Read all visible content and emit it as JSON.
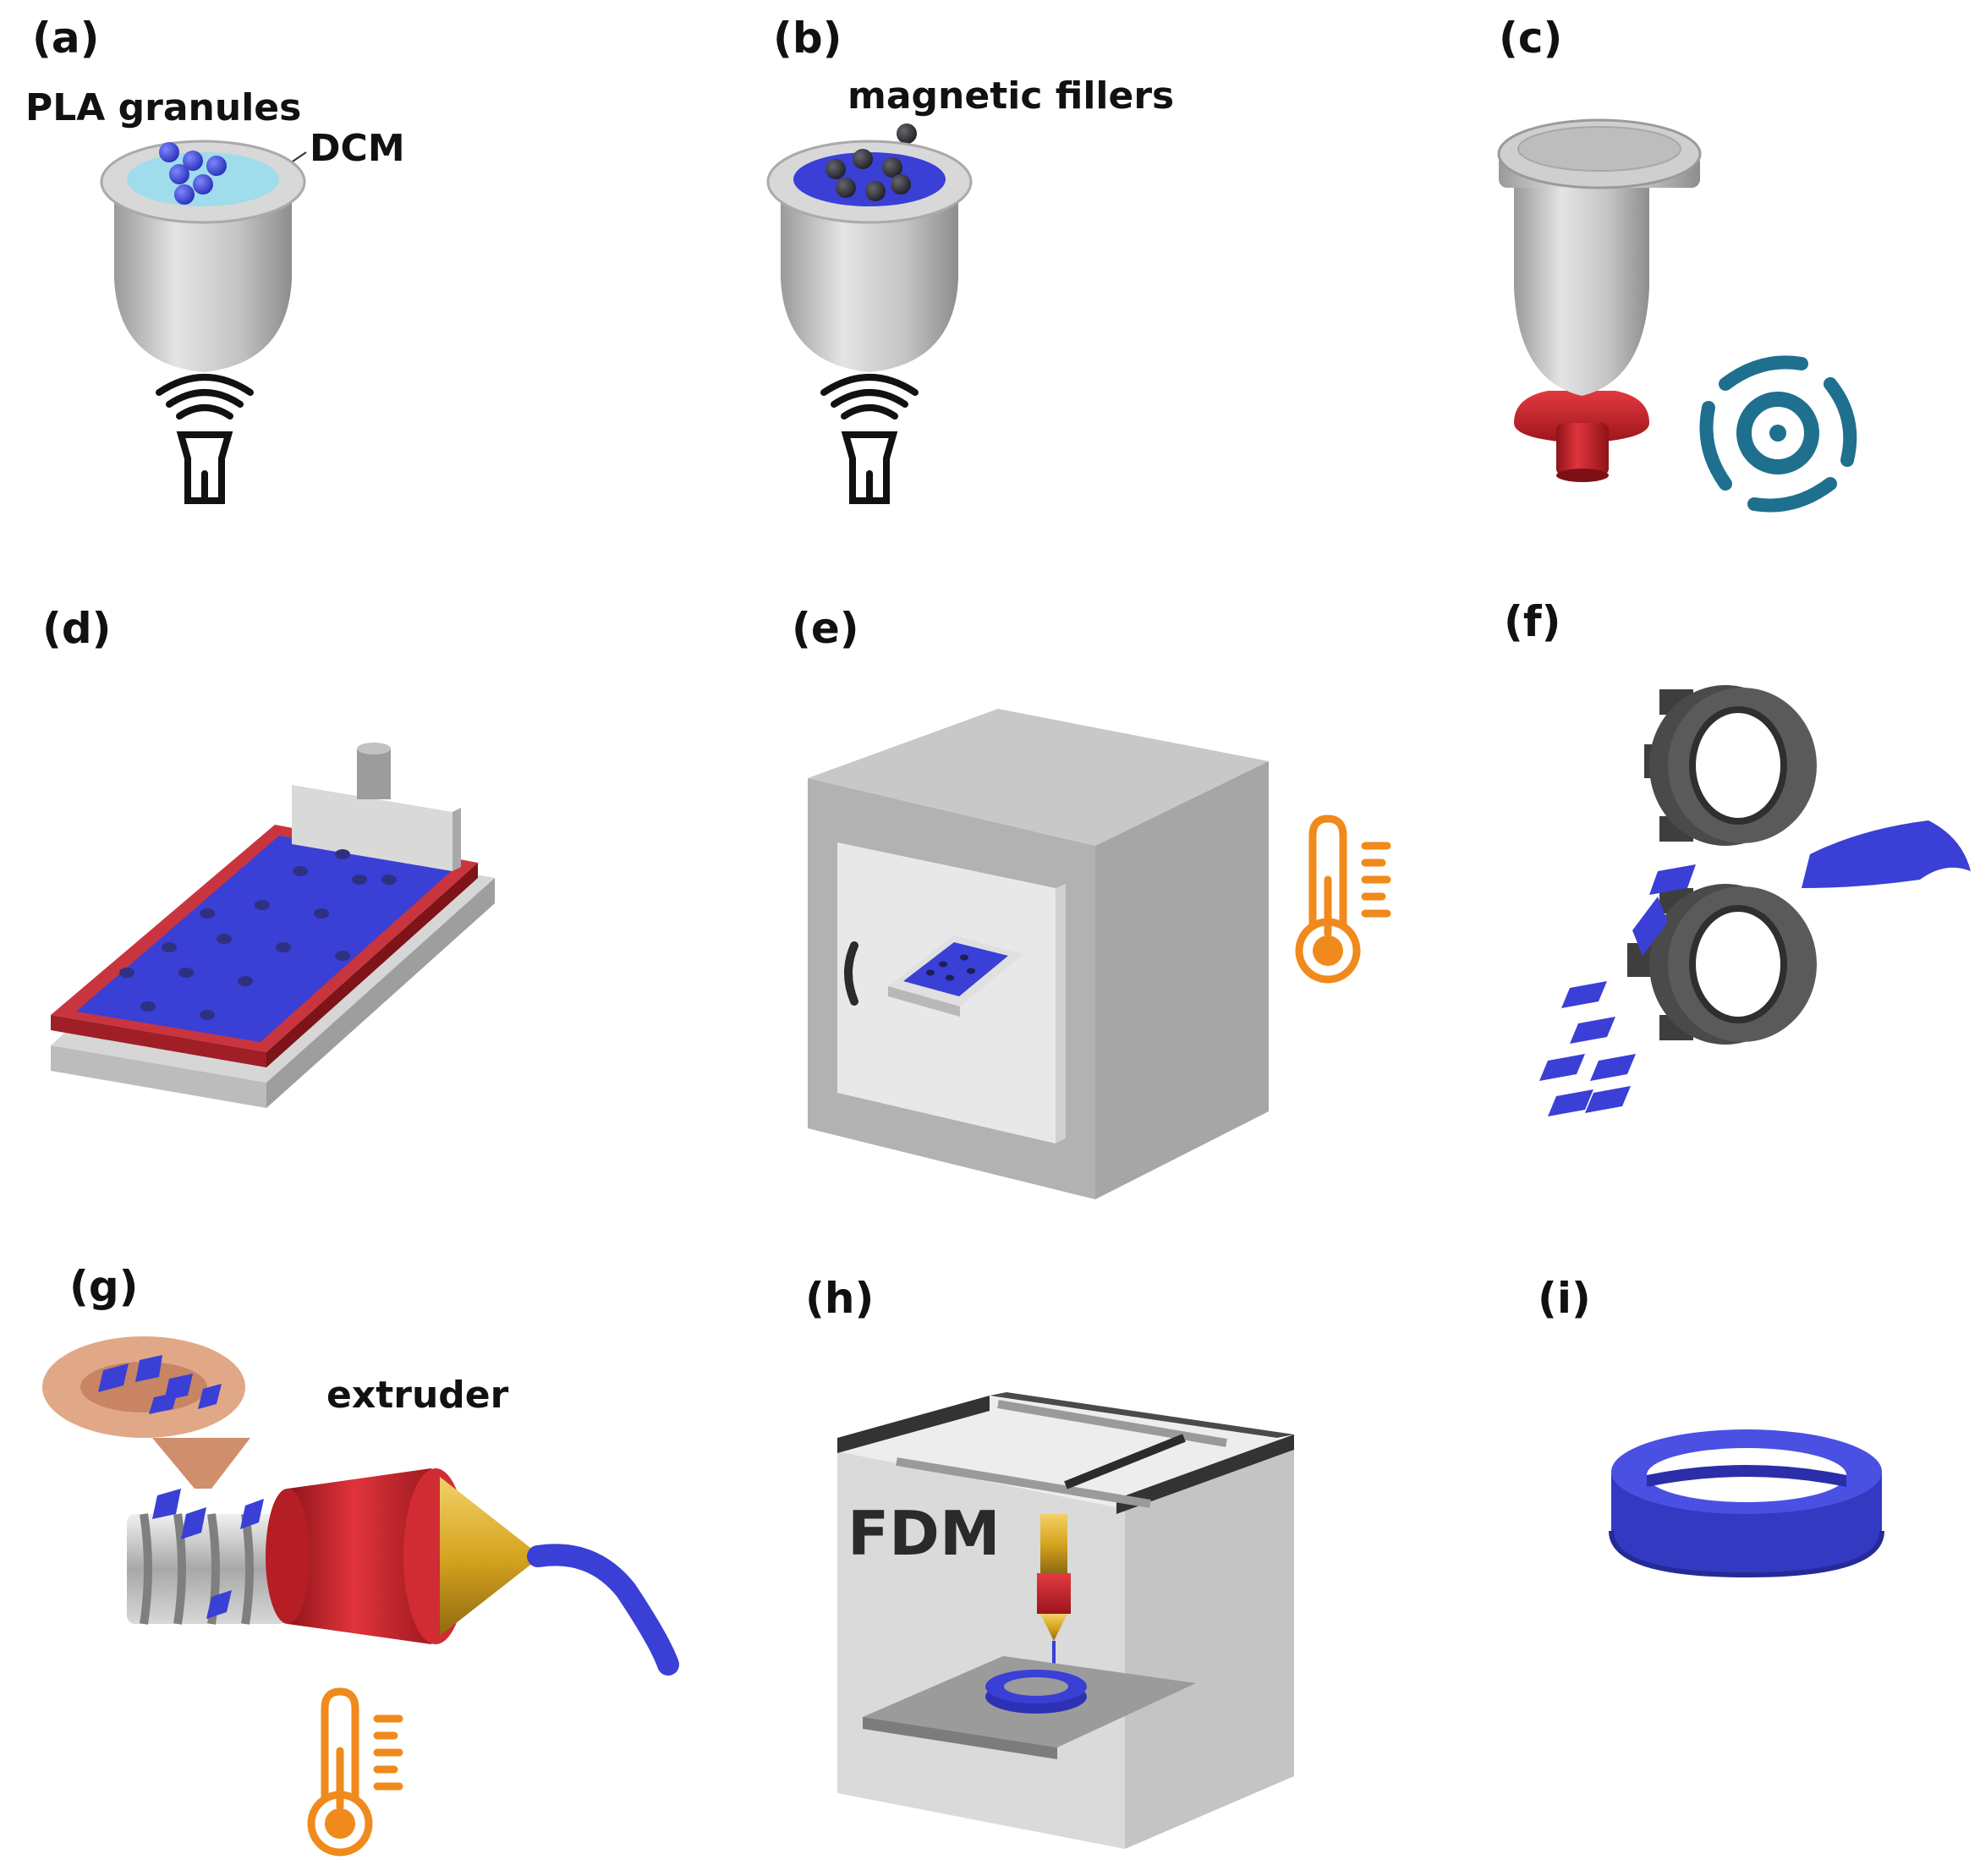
{
  "figure": {
    "panels": [
      {
        "id": "a",
        "label": "(a)",
        "annotations": [
          "PLA granules",
          "DCM"
        ]
      },
      {
        "id": "b",
        "label": "(b)",
        "annotations": [
          "magnetic fillers"
        ]
      },
      {
        "id": "c",
        "label": "(c)",
        "annotations": []
      },
      {
        "id": "d",
        "label": "(d)",
        "annotations": []
      },
      {
        "id": "e",
        "label": "(e)",
        "annotations": []
      },
      {
        "id": "f",
        "label": "(f)",
        "annotations": []
      },
      {
        "id": "g",
        "label": "(g)",
        "annotations": [
          "extruder"
        ]
      },
      {
        "id": "h",
        "label": "(h)",
        "annotations": [
          "FDM"
        ]
      },
      {
        "id": "i",
        "label": "(i)",
        "annotations": []
      }
    ],
    "icons": {
      "a": [
        "crucible-icon",
        "ultrasonic-probe-icon"
      ],
      "b": [
        "crucible-icon",
        "ultrasonic-probe-icon"
      ],
      "c": [
        "sealed-crucible-icon",
        "vortex-mixer-icon"
      ],
      "d": [
        "casting-tray-icon"
      ],
      "e": [
        "drying-oven-icon",
        "thermometer-icon"
      ],
      "f": [
        "shredder-gears-icon"
      ],
      "g": [
        "extruder-hopper-icon",
        "thermometer-icon"
      ],
      "h": [
        "fdm-printer-icon"
      ],
      "i": [
        "printed-ring-icon"
      ]
    },
    "colors": {
      "polymer_blue": "#3a3fd6",
      "filler_dark": "#2c2c33",
      "steel": "#c6c6c6",
      "red_part": "#c8202a",
      "orange_thermo": "#f08a1c",
      "vortex_teal": "#1f6f8f",
      "hopper_tan": "#d9a07e",
      "nozzle_gold": "#d6a520"
    }
  }
}
